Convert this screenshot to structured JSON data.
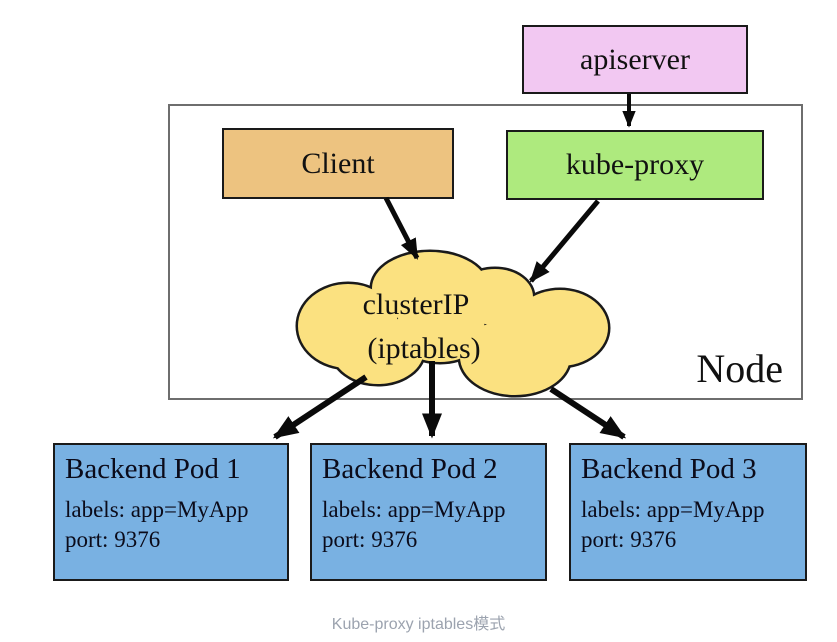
{
  "diagram": {
    "apiserver": {
      "label": "apiserver",
      "fill": "#f2c8f2"
    },
    "client": {
      "label": "Client",
      "fill": "#edc380"
    },
    "kube_proxy": {
      "label": "kube-proxy",
      "fill": "#aeea7e"
    },
    "cloud": {
      "line1": "clusterIP",
      "line2": "(iptables)",
      "fill": "#fbe180"
    },
    "node": {
      "label": "Node",
      "border_color": "#6e6e6e"
    },
    "pods": [
      {
        "title": "Backend Pod 1",
        "labels": "labels: app=MyApp",
        "port": "port: 9376"
      },
      {
        "title": "Backend Pod 2",
        "labels": "labels: app=MyApp",
        "port": "port: 9376"
      },
      {
        "title": "Backend Pod 3",
        "labels": "labels: app=MyApp",
        "port": "port: 9376"
      }
    ],
    "pod_fill": "#79b1e2",
    "arrow_color": "#0a0a0a",
    "caption": "Kube-proxy iptables模式",
    "caption_color": "#9ca3af"
  }
}
